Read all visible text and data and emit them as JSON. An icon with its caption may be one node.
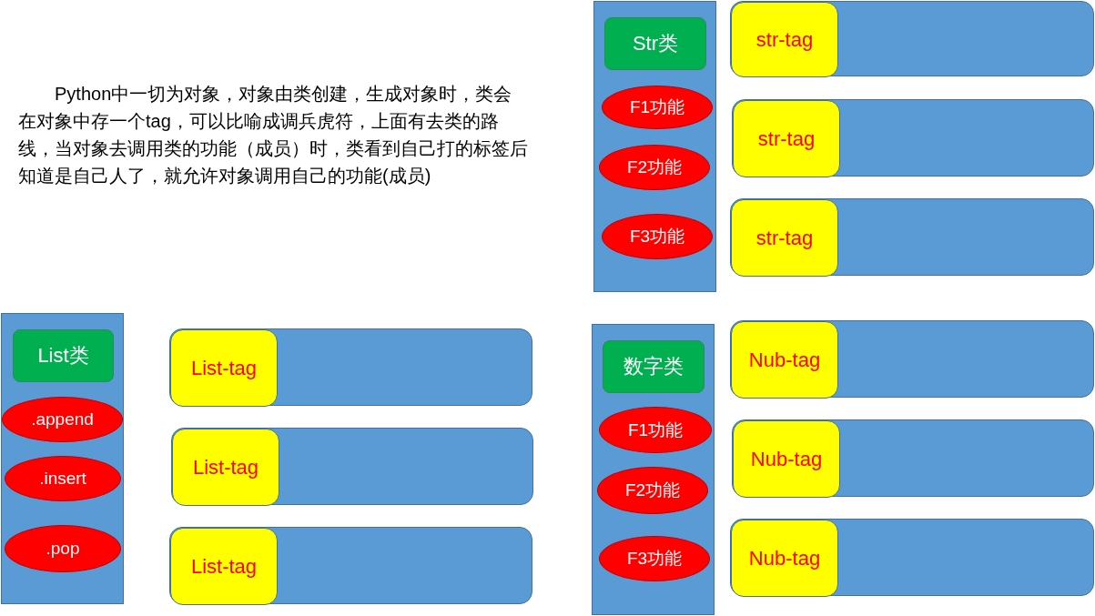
{
  "diagram": {
    "nodes": [
      {
        "text": [],
        "shape": "box"
      },
      {
        "text": [
          "Str类"
        ],
        "in": 0
      },
      {
        "text": [
          "F1功能"
        ],
        "in": 0
      },
      {
        "text": [
          "F2功能"
        ],
        "in": 0
      },
      {
        "text": [
          "F3功能"
        ],
        "in": 0
      },
      {
        "text": [],
        "shape": "box"
      },
      {
        "text": [
          "str-tag"
        ],
        "in": 5
      },
      {
        "text": [],
        "shape": "box"
      },
      {
        "text": [
          "str-tag"
        ],
        "in": 7
      },
      {
        "text": [],
        "shape": "box"
      },
      {
        "text": [
          "str-tag"
        ],
        "in": 9
      },
      {
        "text": [],
        "shape": "box"
      },
      {
        "text": [
          "List类"
        ],
        "in": 11
      },
      {
        "text": [
          ".append"
        ],
        "in": 11
      },
      {
        "text": [
          ".insert"
        ],
        "in": 11
      },
      {
        "text": [
          ".pop"
        ],
        "in": 11
      },
      {
        "text": [],
        "shape": "box"
      },
      {
        "text": [
          "List-tag"
        ],
        "in": 16
      },
      {
        "text": [],
        "shape": "box"
      },
      {
        "text": [
          "List-tag"
        ],
        "in": 18
      },
      {
        "text": [],
        "shape": "box"
      },
      {
        "text": [
          "List-tag"
        ],
        "in": 20
      },
      {
        "text": [],
        "shape": "box"
      },
      {
        "text": [
          "数字类"
        ],
        "in": 22
      },
      {
        "text": [
          "F1功能"
        ],
        "in": 22
      },
      {
        "text": [
          "F2功能"
        ],
        "in": 22
      },
      {
        "text": [
          "F3功能"
        ],
        "in": 22
      },
      {
        "text": [],
        "shape": "box"
      },
      {
        "text": [
          "Nub-tag"
        ],
        "in": 27
      },
      {
        "text": [],
        "shape": "box"
      },
      {
        "text": [
          "Nub-tag"
        ],
        "in": 29
      },
      {
        "text": [],
        "shape": "box"
      },
      {
        "text": [
          "Nub-tag"
        ],
        "in": 31
      }
    ],
    "labels": [
      "Python中一切为对象，对象由类创建，生成对象时，类会在对象中存一个tag，可以比喻成调兵虎符，上面有去类的路线，当对象去调用类的功能（成员）时，类看到自己打的标签后知道是自己人了，就允许对象调用自己的功能(成员)"
    ]
  }
}
